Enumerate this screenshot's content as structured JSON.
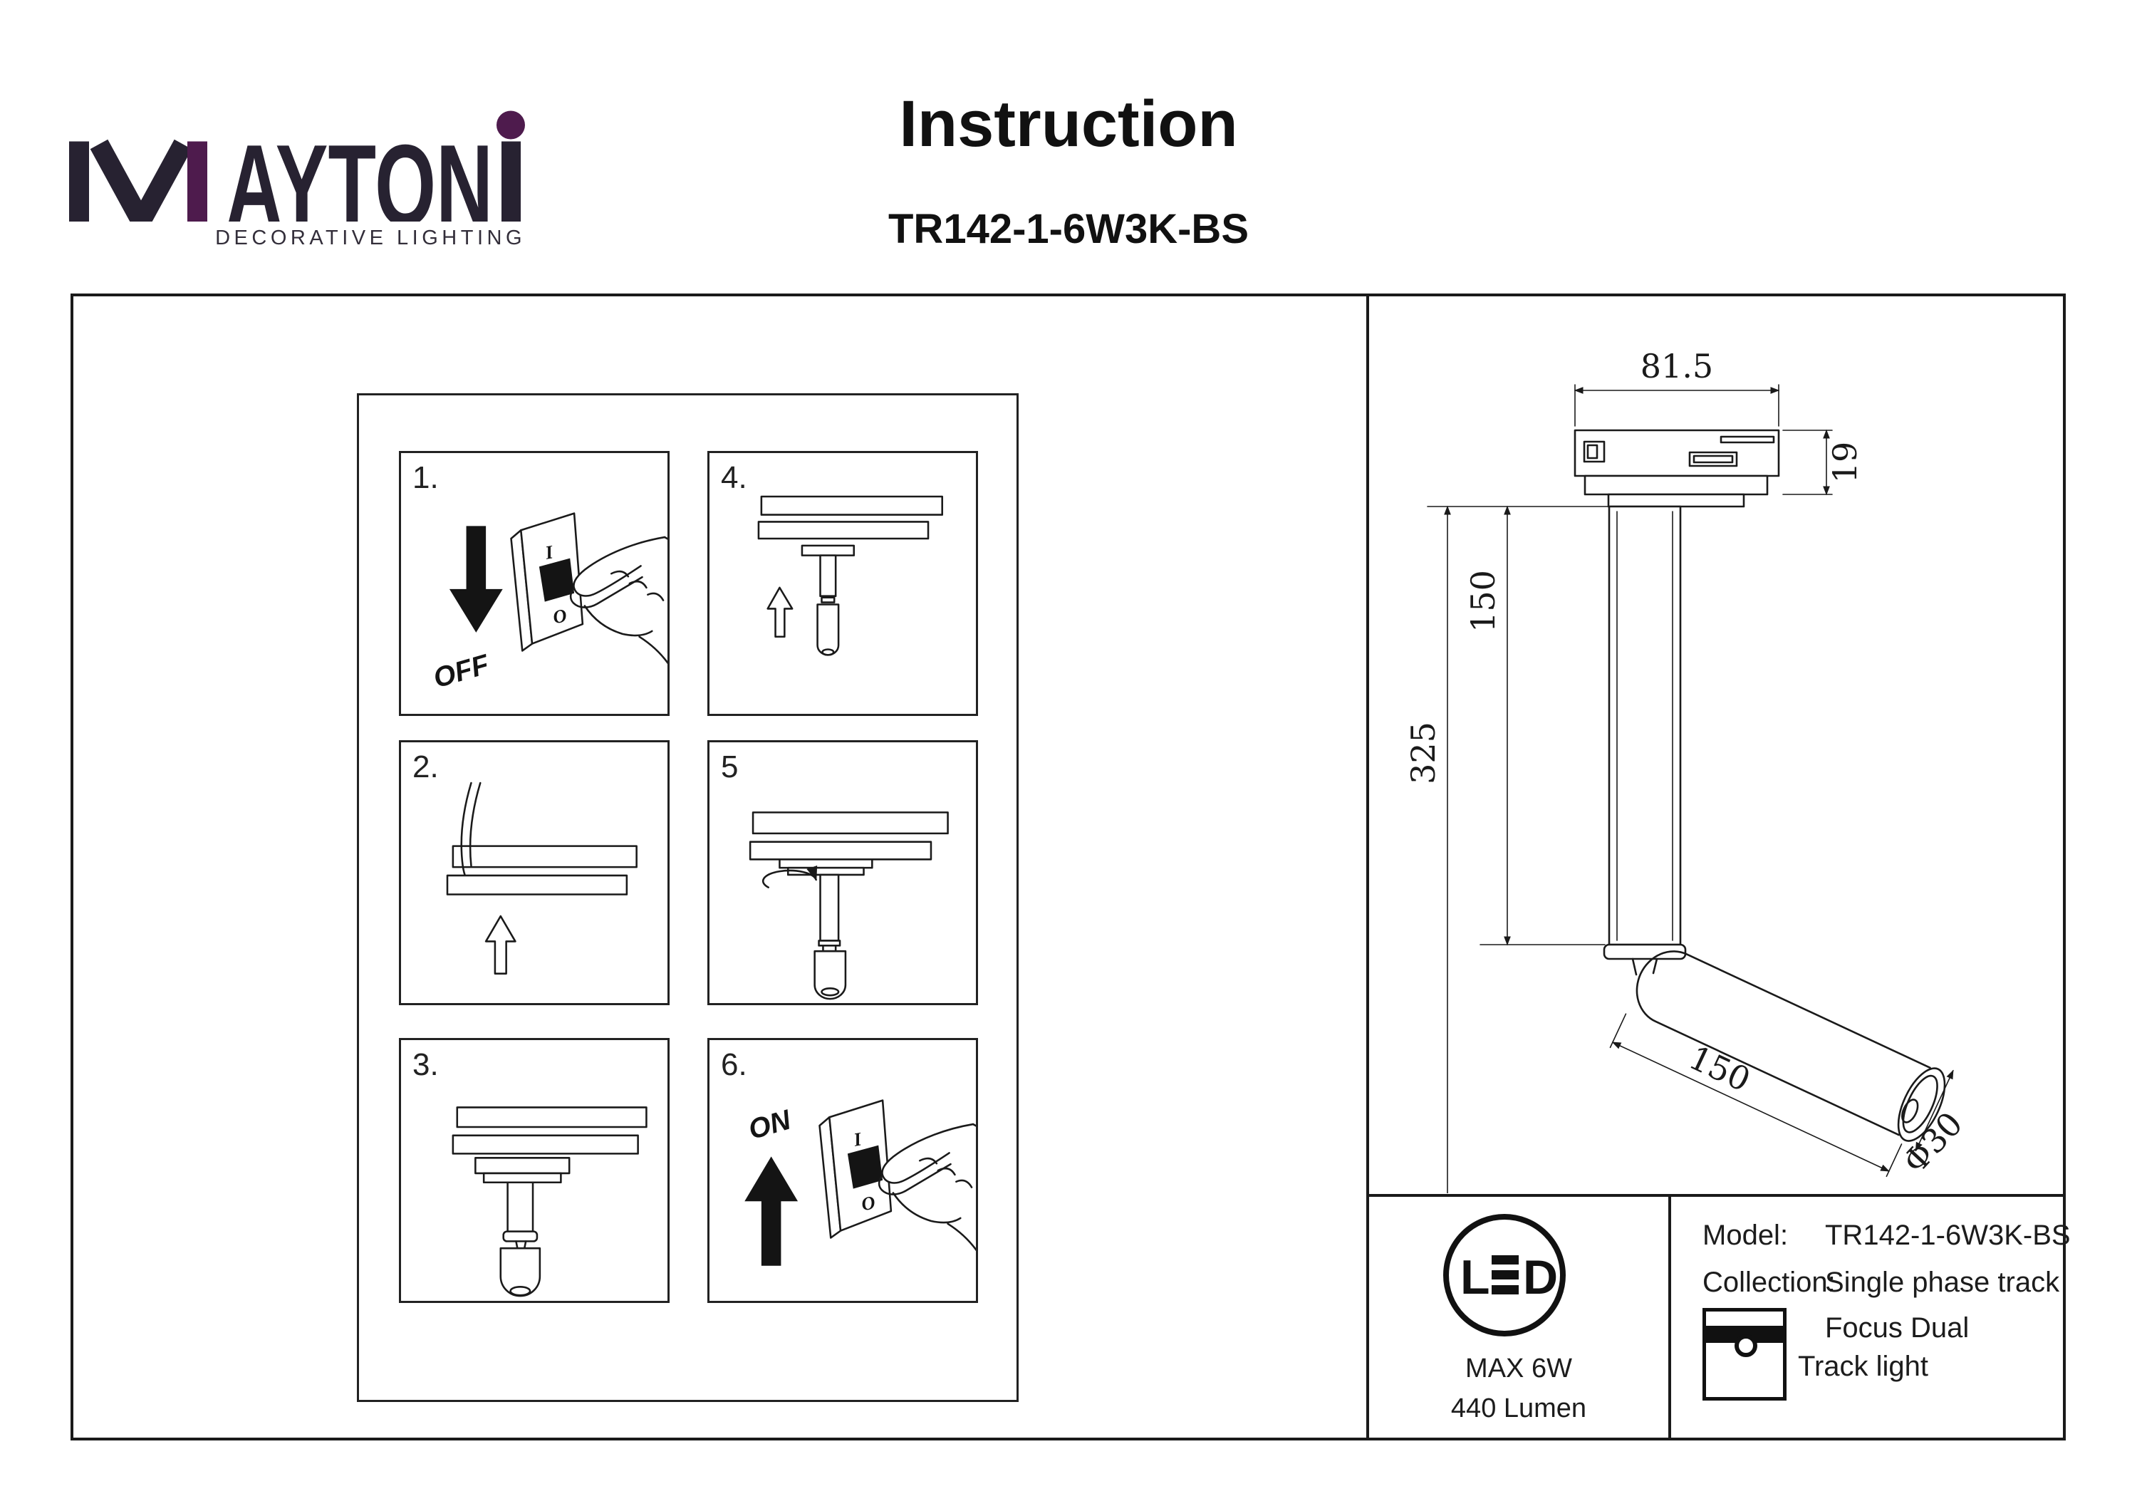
{
  "colors": {
    "accent": "#4e1b4d",
    "ink": "#272231",
    "line": "#1a1a1a"
  },
  "brand": {
    "wordmark": "MAYTONI",
    "wordmark_mid": "AYTON",
    "tagline": "DECORATIVE LIGHTING"
  },
  "header": {
    "title": "Instruction",
    "model": "TR142-1-6W3K-BS"
  },
  "steps": {
    "n1": "1.",
    "n2": "2.",
    "n3": "3.",
    "n4": "4.",
    "n5": "5",
    "n6": "6."
  },
  "switch": {
    "off_label": "OFF",
    "on_label": "ON",
    "pos_on": "I",
    "pos_off": "O"
  },
  "dims": {
    "adapter_width": "81.5",
    "adapter_height": "19",
    "stem_length": "150",
    "overall_height": "325",
    "head_length": "150",
    "head_diameter": "Φ30"
  },
  "spec": {
    "led_l": "L",
    "led_d": "D",
    "max_power": "MAX 6W",
    "luminous_flux": "440 Lumen"
  },
  "table": {
    "model_label": "Model:",
    "model_value": "TR142-1-6W3K-BS",
    "collection_label": "Collection:",
    "collection_value": "Single phase track",
    "collection_line2": "Focus Dual",
    "collection_line3": "Track light"
  }
}
